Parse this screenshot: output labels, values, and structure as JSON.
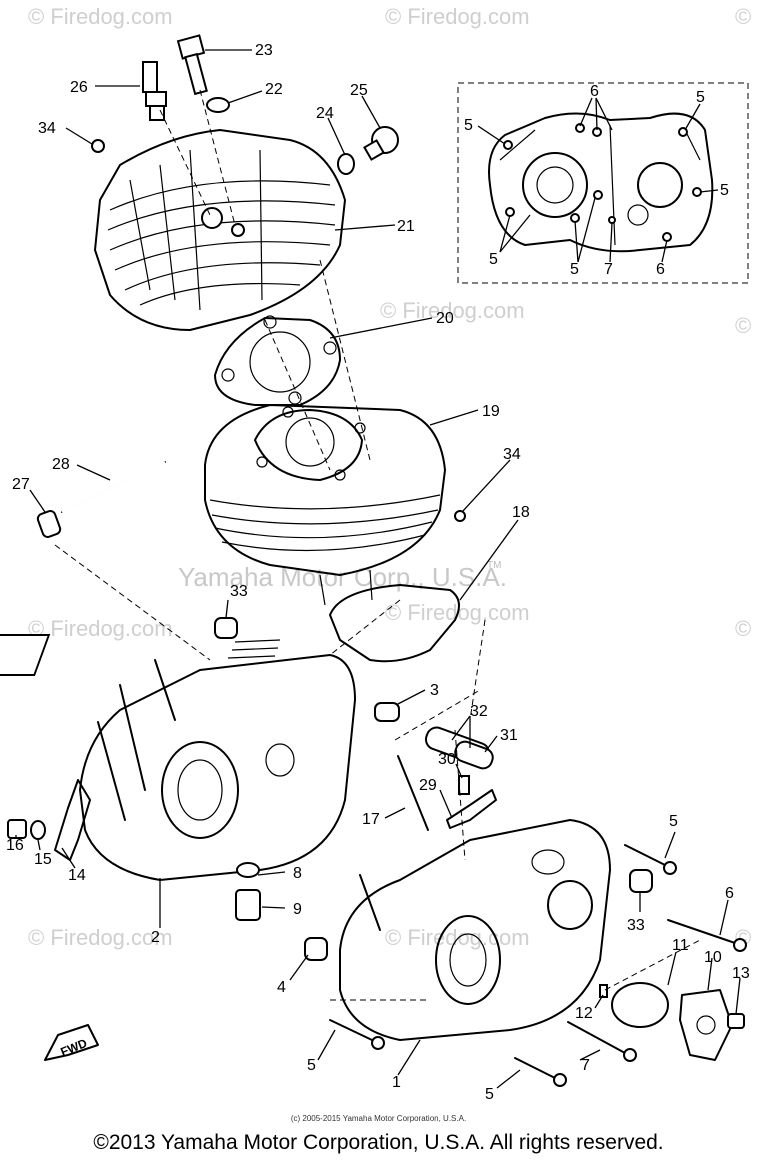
{
  "watermark": {
    "firedog": "© Firedog.com",
    "yamaha_mid": "Yamaha Motor Corp., U.S.A.",
    "tm": "TM"
  },
  "fwd_label": "FWD",
  "callouts": {
    "c1": "1",
    "c2": "2",
    "c3": "3",
    "c4": "4",
    "c5a": "5",
    "c5b": "5",
    "c5c": "5",
    "c6": "6",
    "c7": "7",
    "c8": "8",
    "c9": "9",
    "c10": "10",
    "c11": "11",
    "c12": "12",
    "c13": "13",
    "c14": "14",
    "c15": "15",
    "c16": "16",
    "c17": "17",
    "c18": "18",
    "c19": "19",
    "c20": "20",
    "c21": "21",
    "c22": "22",
    "c23": "23",
    "c24": "24",
    "c25": "25",
    "c26": "26",
    "c27": "27",
    "c28": "28",
    "c29": "29",
    "c30": "30",
    "c31": "31",
    "c32": "32",
    "c33a": "33",
    "c33b": "33",
    "c34a": "34",
    "c34b": "34"
  },
  "inset_callouts": {
    "i5a": "5",
    "i5b": "5",
    "i5c": "5",
    "i5d": "5",
    "i5e": "5",
    "i6a": "6",
    "i6b": "6",
    "i7": "7"
  },
  "footer": {
    "small_copyright": "(c) 2005-2015 Yamaha Motor Corporation, U.S.A.",
    "main_copyright": "©2013 Yamaha Motor Corporation, U.S.A. All rights reserved."
  }
}
